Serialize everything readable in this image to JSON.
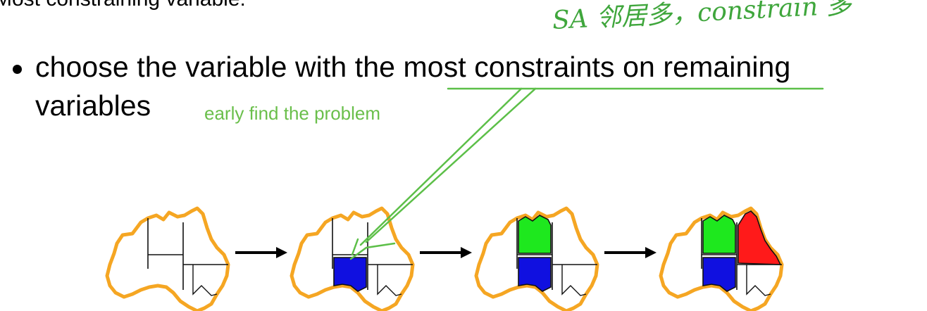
{
  "slide": {
    "heading": "Most constraining variable:",
    "bullet_line1": "choose the variable with the most constraints on remaining",
    "bullet_line2": "variables"
  },
  "annotations": {
    "typed_note": "early find the problem",
    "handwritten_note": "SA 邻居多，constrain 多"
  },
  "colors": {
    "map_outline": "#f5a623",
    "region_green": "#1ee81e",
    "region_red": "#ff1a1a",
    "region_blue": "#1010e0",
    "annotation_green": "#5cbf48",
    "arrow": "#000000"
  },
  "maps": [
    {
      "label": "map-step-1",
      "colored": []
    },
    {
      "label": "map-step-2",
      "colored": [
        "blue"
      ]
    },
    {
      "label": "map-step-3",
      "colored": [
        "blue",
        "green"
      ]
    },
    {
      "label": "map-step-4",
      "colored": [
        "blue",
        "green",
        "red"
      ]
    }
  ]
}
